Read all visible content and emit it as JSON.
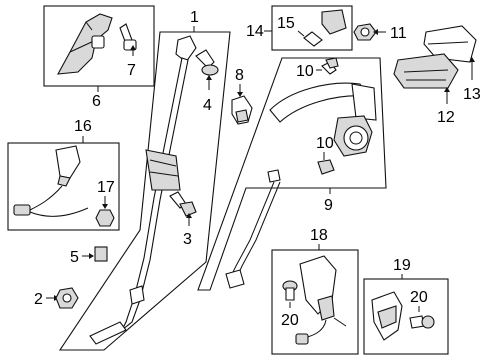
{
  "diagram": {
    "callouts": {
      "c1": "1",
      "c2": "2",
      "c3": "3",
      "c4": "4",
      "c5": "5",
      "c6": "6",
      "c7": "7",
      "c8": "8",
      "c9": "9",
      "c10a": "10",
      "c10b": "10",
      "c11": "11",
      "c12": "12",
      "c13": "13",
      "c14": "14",
      "c15": "15",
      "c16": "16",
      "c17": "17",
      "c18": "18",
      "c19": "19",
      "c20a": "20",
      "c20b": "20"
    }
  }
}
